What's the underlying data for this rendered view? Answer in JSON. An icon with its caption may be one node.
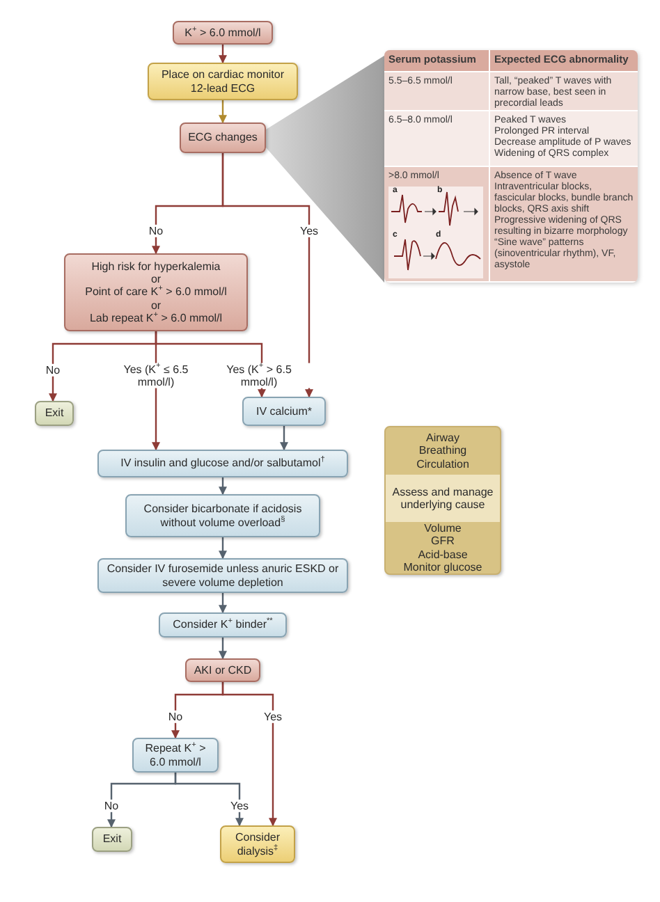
{
  "diagram": {
    "nodes": [
      {
        "text": [
          "K$^{+}$ > 6.0 mmol/l"
        ]
      },
      {
        "text": [
          "Place on cardiac monitor 12-lead ECG"
        ]
      },
      {
        "text": [
          "ECG changes"
        ]
      },
      {
        "text": [
          "High risk for hyperkalemia",
          "or",
          "Point of care K$^{+}$ > 6.0 mmol/l",
          "or",
          "Lab repeat K$^{+}$ > 6.0 mmol/l"
        ]
      },
      {
        "text": [
          "Exit"
        ]
      },
      {
        "text": [
          "IV calcium*"
        ]
      },
      {
        "text": [
          "IV insulin and glucose and/or salbutamol$^{†}$"
        ]
      },
      {
        "text": [
          "Consider bicarbonate if acidosis without volume overload$^{§}$"
        ]
      },
      {
        "text": [
          "Consider IV furosemide unless anuric ESKD or severe volume depletion"
        ]
      },
      {
        "text": [
          "Consider K$^{+}$ binder$^{**}$"
        ]
      },
      {
        "text": [
          "AKI or CKD"
        ]
      },
      {
        "text": [
          "Repeat K$^{+}$ > 6.0 mmol/l"
        ]
      },
      {
        "text": [
          "Exit"
        ]
      },
      {
        "text": [
          "Consider dialysis$^{‡}$"
        ]
      },
      {
        "text": [],
        "shape": "box"
      },
      {
        "text": [
          "Airway",
          "Breathing",
          "Circulation"
        ],
        "in": 14
      },
      {
        "text": [
          "Assess and manage underlying cause"
        ],
        "in": 14
      },
      {
        "text": [
          "Volume",
          "GFR",
          "Acid-base",
          "Monitor glucose"
        ],
        "in": 14
      },
      {
        "text": [
          "Serum potassium",
          "Expected ECG abnormality",
          "5.5–6.5 mmol/l",
          "Tall, “peaked” T waves with narrow base, best seen in precordial leads",
          "6.5–8.0 mmol/l",
          "Peaked T waves",
          "Prolonged PR interval",
          "Decrease amplitude of P waves",
          "Widening of QRS complex",
          ">8.0 mmol/l",
          "Absence of T wave",
          "Intraventricular blocks, fascicular blocks, bundle branch blocks, QRS axis shift",
          "Progressive widening of QRS resulting in bizarre morphology",
          "“Sine wave” patterns (sinoventricular rhythm), VF, asystole"
        ]
      }
    ],
    "edges": [
      {
        "from": 0,
        "to": 1,
        "arrow": "to"
      },
      {
        "from": 1,
        "to": 2,
        "arrow": "to",
        "color": "#b08a2e"
      },
      {
        "from": 2,
        "to": 3,
        "arrow": "to",
        "label": "No"
      },
      {
        "from": 2,
        "to": 5,
        "arrow": "to",
        "label": "Yes"
      },
      {
        "from": 3,
        "to": 4,
        "arrow": "to",
        "label": "No"
      },
      {
        "from": 3,
        "to": 6,
        "arrow": "to",
        "label": "Yes (K$^{+}$ ≤ 6.5 mmol/l)"
      },
      {
        "from": 3,
        "to": 5,
        "arrow": "to",
        "label": "Yes (K$^{+}$ > 6.5 mmol/l)"
      },
      {
        "from": 5,
        "to": 6,
        "arrow": "to",
        "color": "#56626e"
      },
      {
        "from": 6,
        "to": 7,
        "arrow": "to",
        "color": "#56626e"
      },
      {
        "from": 7,
        "to": 8,
        "arrow": "to",
        "color": "#56626e"
      },
      {
        "from": 8,
        "to": 9,
        "arrow": "to",
        "color": "#56626e"
      },
      {
        "from": 9,
        "to": 10,
        "arrow": "to",
        "color": "#56626e"
      },
      {
        "from": 10,
        "to": 11,
        "arrow": "to",
        "label": "No"
      },
      {
        "from": 10,
        "to": 13,
        "arrow": "to",
        "label": "Yes"
      },
      {
        "from": 11,
        "to": 12,
        "arrow": "to",
        "label": "No",
        "color": "#56626e"
      },
      {
        "from": 11,
        "to": 13,
        "arrow": "to",
        "label": "Yes",
        "color": "#56626e"
      }
    ],
    "labels": [
      "a",
      "b",
      "c",
      "d"
    ]
  }
}
